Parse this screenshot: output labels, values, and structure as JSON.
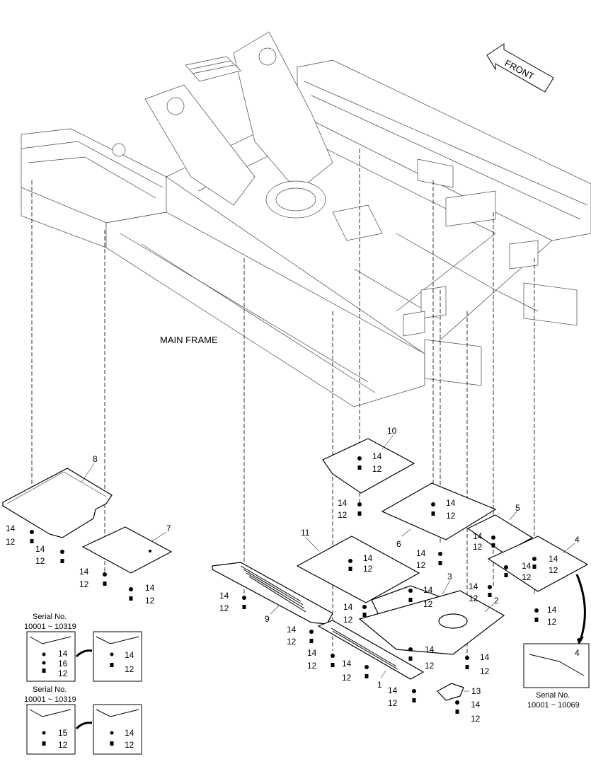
{
  "main_frame_label": "MAIN FRAME",
  "front_label": "FRONT",
  "serial_boxes": {
    "box_a": {
      "line1": "Serial No.",
      "line2": "10001 ~ 10319",
      "left_parts": [
        "14",
        "16",
        "12"
      ],
      "right_parts": [
        "14",
        "12"
      ]
    },
    "box_b": {
      "line1": "Serial No.",
      "line2": "10001 ~ 10319",
      "left_parts": [
        "15",
        "12"
      ],
      "right_parts": [
        "14",
        "12"
      ]
    },
    "box_c": {
      "part": "4",
      "line1": "Serial No.",
      "line2": "10001 ~ 10069"
    }
  },
  "part_numbers": {
    "p1": "1",
    "p2": "2",
    "p3": "3",
    "p4": "4",
    "p5": "5",
    "p6": "6",
    "p7": "7",
    "p8": "8",
    "p9": "9",
    "p10": "10",
    "p11": "11",
    "p13": "13"
  },
  "hardware": {
    "bolt": "12",
    "washer": "14"
  }
}
